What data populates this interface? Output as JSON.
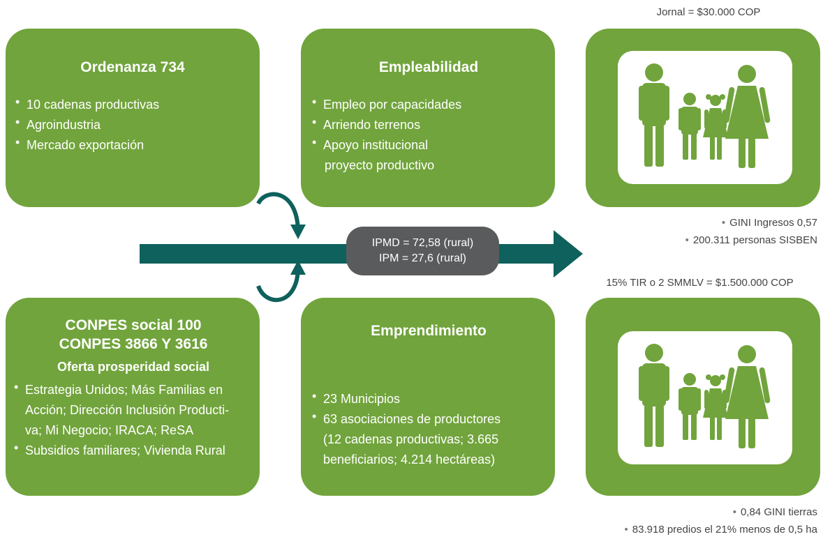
{
  "boxes": {
    "ordenanza": {
      "title": "Ordenanza 734",
      "items": [
        "10 cadenas productivas",
        "Agroindustria",
        "Mercado exportación"
      ]
    },
    "empleabilidad": {
      "title": "Empleabilidad",
      "items": [
        "Empleo por capacidades",
        "Arriendo terrenos",
        "Apoyo institucional"
      ],
      "item_continuation": "proyecto productivo"
    },
    "conpes": {
      "title_line1": "CONPES social 100",
      "title_line2": "CONPES 3866 Y 3616",
      "subtitle": "Oferta prosperidad social",
      "items": [
        [
          "Estrategia Unidos; Más Familias en",
          "Acción; Dirección Inclusión Producti-",
          "va; Mi Negocio; IRACA; ReSA"
        ],
        [
          "Subsidios familiares; Vivienda Rural"
        ]
      ]
    },
    "emprendimiento": {
      "title": "Emprendimiento",
      "items": [
        [
          "23 Municipios"
        ],
        [
          "63 asociaciones de productores",
          "(12 cadenas productivas; 3.665",
          "beneficiarios; 4.214 hectáreas)"
        ]
      ]
    }
  },
  "center_pill": {
    "line1": "IPMD = 72,58 (rural)",
    "line2": "IPM = 27,6 (rural)"
  },
  "family_top": {
    "caption": "Jornal = $30.000 COP",
    "notes": [
      "GINI Ingresos 0,57",
      "200.311 personas SISBEN"
    ]
  },
  "family_bottom": {
    "caption": "15% TIR o 2 SMMLV = $1.500.000 COP",
    "notes": [
      "0,84 GINI tierras",
      "83.918 predios el 21% menos de 0,5 ha"
    ]
  },
  "icons": [
    "family-icon",
    "circular-arrow-icon",
    "arrow-right-icon"
  ],
  "colors": {
    "box_green": "#71a43c",
    "arrow_teal": "#0e615c",
    "pill_gray": "#5a5b5d"
  }
}
